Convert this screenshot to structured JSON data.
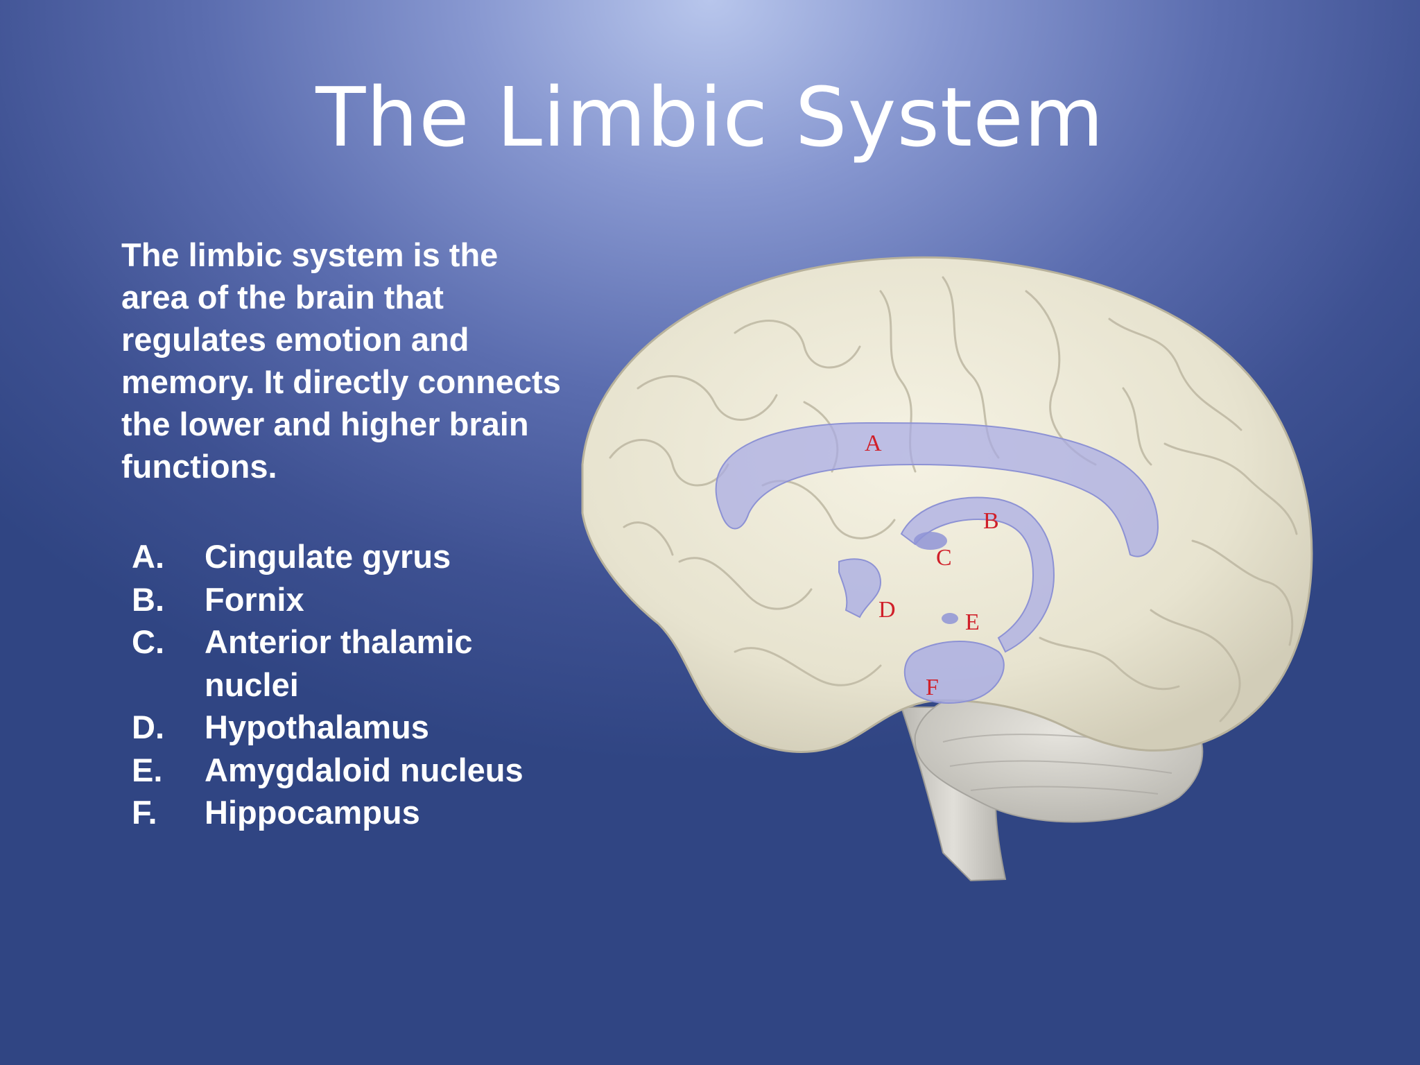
{
  "slide": {
    "title": "The Limbic System",
    "intro": "The limbic system is the area of the brain that regulates emotion and memory. It directly connects the lower and higher brain functions."
  },
  "parts": [
    {
      "letter": "A.",
      "name": "Cingulate gyrus"
    },
    {
      "letter": "B.",
      "name": "Fornix"
    },
    {
      "letter": "C.",
      "name": "Anterior thalamic nuclei"
    },
    {
      "letter": "D.",
      "name": "Hypothalamus"
    },
    {
      "letter": "E.",
      "name": "Amygdaloid nucleus"
    },
    {
      "letter": "F.",
      "name": "Hippocampus"
    }
  ],
  "diagram": {
    "labels": {
      "a": "A",
      "b": "B",
      "c": "C",
      "d": "D",
      "e": "E",
      "f": "F"
    },
    "colors": {
      "brain": "#ebe7d6",
      "brain_shadow": "#b9b4a2",
      "limbic": "#a7abe4",
      "label": "#d0202a",
      "cerebellum": "#d5d3cc"
    }
  }
}
